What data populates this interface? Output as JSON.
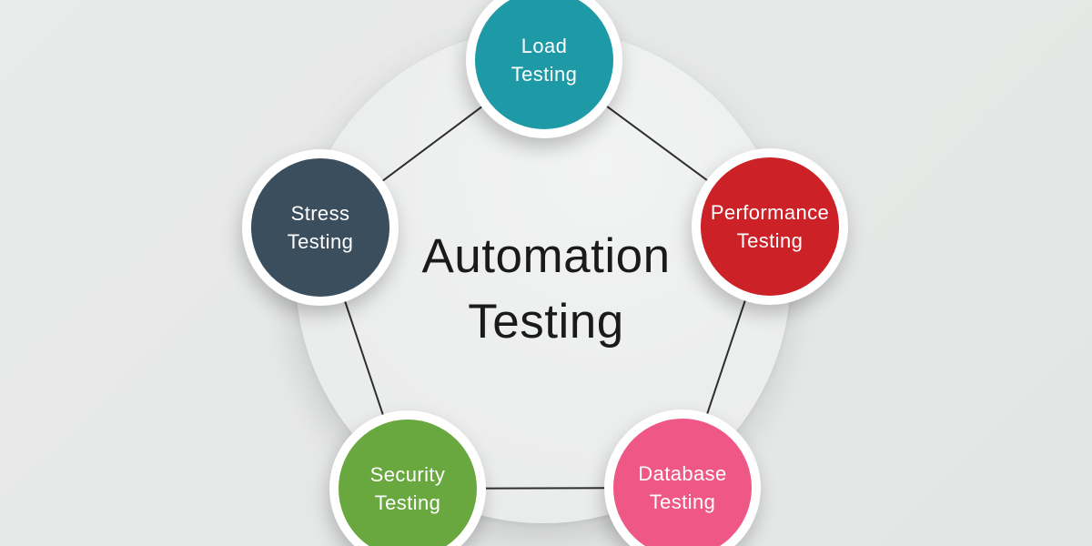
{
  "title": {
    "line1": "Automation",
    "line2": "Testing"
  },
  "nodes": [
    {
      "id": "load-testing",
      "line1": "Load",
      "line2": "Testing",
      "color": "#1d9aa6"
    },
    {
      "id": "stress-testing",
      "line1": "Stress",
      "line2": "Testing",
      "color": "#3a4e5e"
    },
    {
      "id": "performance-testing",
      "line1": "Performance",
      "line2": "Testing",
      "color": "#cc2127"
    },
    {
      "id": "security-testing",
      "line1": "Security",
      "line2": "Testing",
      "color": "#68a83e"
    },
    {
      "id": "database-testing",
      "line1": "Database",
      "line2": "Testing",
      "color": "#ef5787"
    }
  ],
  "connections": [
    [
      "load-testing",
      "stress-testing"
    ],
    [
      "load-testing",
      "performance-testing"
    ],
    [
      "stress-testing",
      "security-testing"
    ],
    [
      "performance-testing",
      "database-testing"
    ],
    [
      "security-testing",
      "database-testing"
    ]
  ],
  "colors": {
    "background": "#e7e8e8",
    "big_circle": "#ededee",
    "connector_line": "#2e2e2e",
    "title_text": "#1a1a1a",
    "node_text": "#ffffff",
    "node_ring": "#ffffff"
  }
}
